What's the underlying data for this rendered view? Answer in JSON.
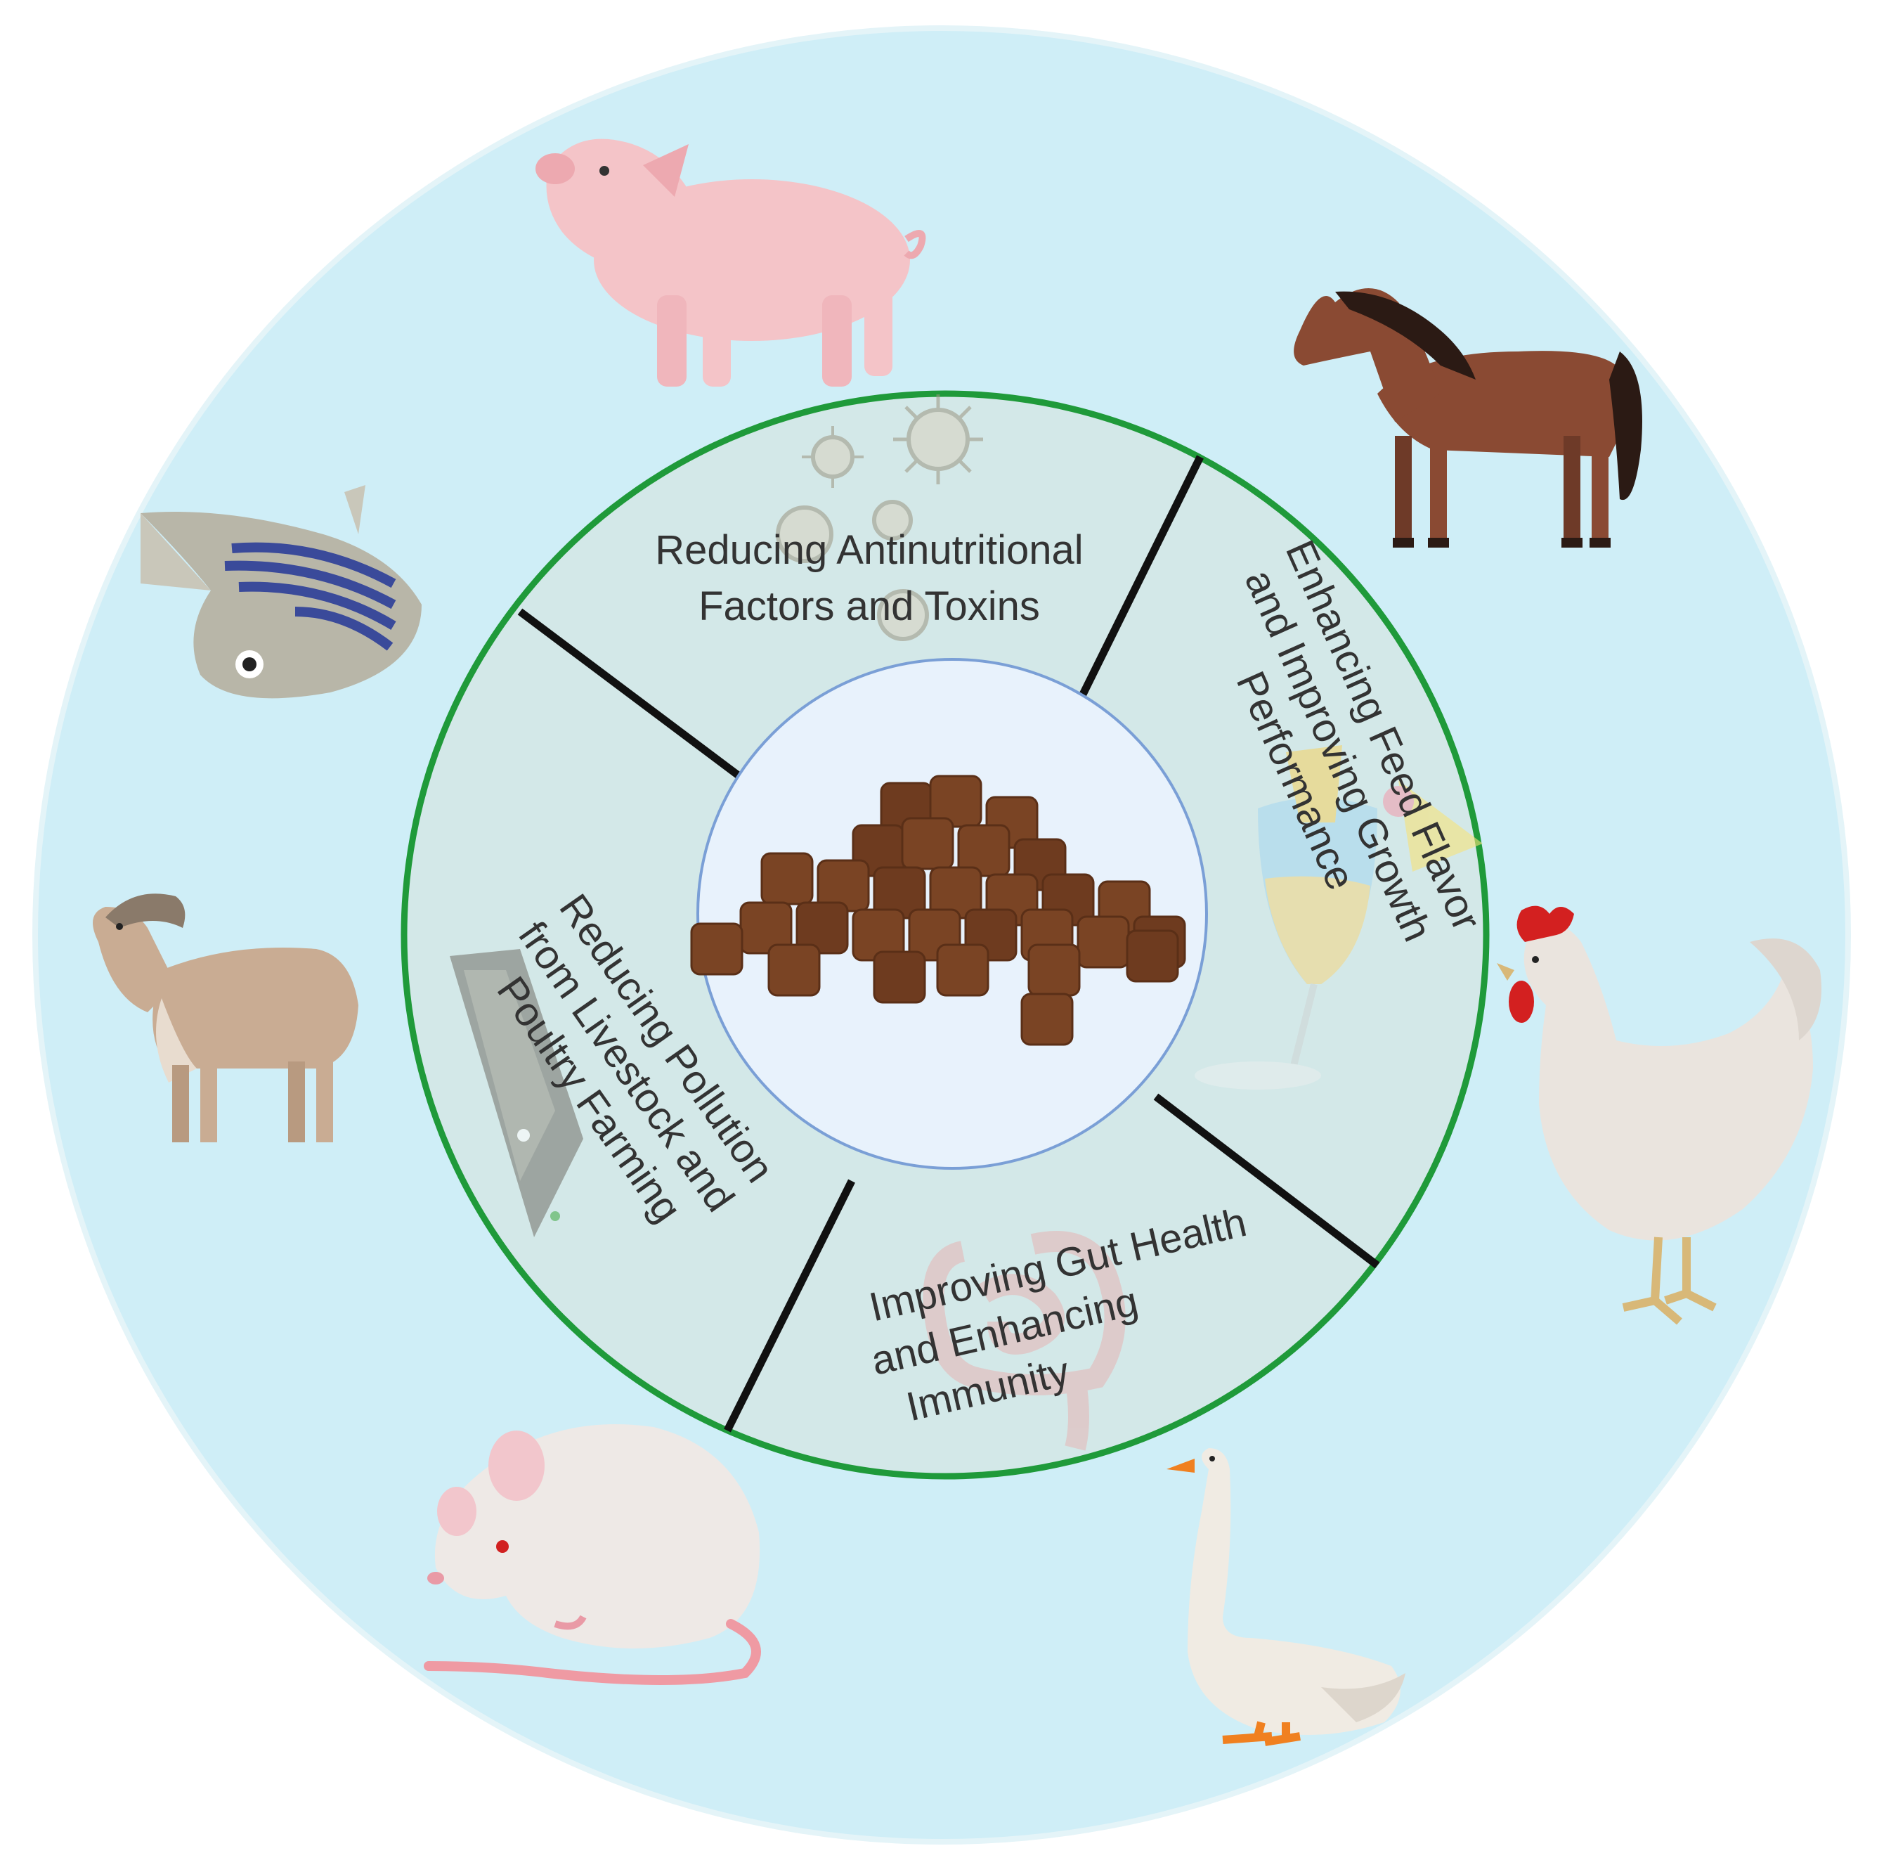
{
  "colors": {
    "outer_disc": "#cfeef7",
    "ring_fill": "#d3e8e8",
    "ring_stroke": "#1f9a3a",
    "inner_disc": "#e8f2fc",
    "inner_stroke": "#7a9fd6",
    "divider": "#111111",
    "feed_pellet": "#7a4424",
    "label_text": "#333333"
  },
  "center": {
    "icon": "feed-pellets-icon"
  },
  "segments": [
    {
      "key": "top",
      "lines": [
        "Reducing Antinutritional",
        "Factors and Toxins"
      ],
      "icon": "virus-icon"
    },
    {
      "key": "right",
      "lines": [
        "Enhancing Feed Flavor",
        "and Improving Growth",
        "Performance"
      ],
      "icon": "cocktail-glass-icon"
    },
    {
      "key": "bottom",
      "lines": [
        "Improving Gut Health",
        "and Enhancing",
        "Immunity"
      ],
      "icon": "intestine-icon"
    },
    {
      "key": "left",
      "lines": [
        "Reducing Pollution",
        "from Livestock and",
        "Poultry Farming"
      ],
      "icon": "waste-pile-icon"
    }
  ],
  "animals": [
    {
      "name": "pig",
      "icon": "pig-icon"
    },
    {
      "name": "horse",
      "icon": "horse-icon"
    },
    {
      "name": "chicken",
      "icon": "chicken-icon"
    },
    {
      "name": "goose",
      "icon": "goose-icon"
    },
    {
      "name": "rat",
      "icon": "rat-icon"
    },
    {
      "name": "goat",
      "icon": "goat-icon"
    },
    {
      "name": "zebrafish",
      "icon": "zebrafish-icon"
    }
  ]
}
